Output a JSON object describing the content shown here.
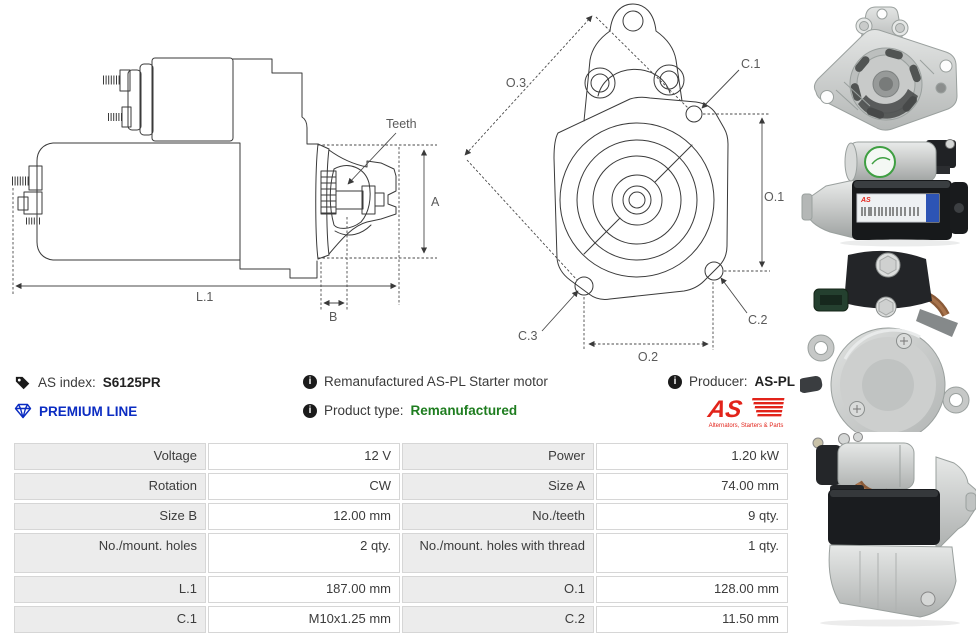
{
  "header": {
    "as_index": {
      "label": "AS index:",
      "value": "S6125PR"
    },
    "premium_line": "PREMIUM LINE",
    "description": "Remanufactured AS-PL Starter motor",
    "product_type": {
      "label": "Product type:",
      "value": "Remanufactured"
    },
    "producer": {
      "label": "Producer:",
      "value": "AS-PL"
    }
  },
  "logo": {
    "text": "AS",
    "tagline": "Alternators, Starters & Parts"
  },
  "colors": {
    "premium_blue": "#0b2cc2",
    "type_green": "#1e7d1f",
    "brand_red": "#e2231a",
    "table_gray": "#ececec"
  },
  "drawings": {
    "side_view": {
      "teeth": "Teeth",
      "dim_a": "A",
      "dim_l1": "L.1",
      "dim_b": "B"
    },
    "front_view": {
      "dim_o3": "O.3",
      "dim_c1": "C.1",
      "dim_o1": "O.1",
      "dim_c2": "C.2",
      "dim_c3": "C.3",
      "dim_o2": "O.2"
    }
  },
  "photos": [
    {
      "name": "front flange view"
    },
    {
      "name": "side view facing left"
    },
    {
      "name": "rear solenoid view"
    },
    {
      "name": "side view facing right"
    }
  ],
  "specs": {
    "rows": [
      {
        "label1": "Voltage",
        "value1": "12 V",
        "label2": "Power",
        "value2": "1.20 kW"
      },
      {
        "label1": "Rotation",
        "value1": "CW",
        "label2": "Size A",
        "value2": "74.00 mm"
      },
      {
        "label1": "Size B",
        "value1": "12.00 mm",
        "label2": "No./teeth",
        "value2": "9 qty."
      },
      {
        "label1": "No./mount. holes",
        "value1": "2 qty.",
        "label2": "No./mount. holes with thread",
        "value2": "1 qty."
      },
      {
        "label1": "L.1",
        "value1": "187.00 mm",
        "label2": "O.1",
        "value2": "128.00 mm"
      },
      {
        "label1": "C.1",
        "value1": "M10x1.25 mm",
        "label2": "C.2",
        "value2": "11.50 mm"
      }
    ]
  }
}
